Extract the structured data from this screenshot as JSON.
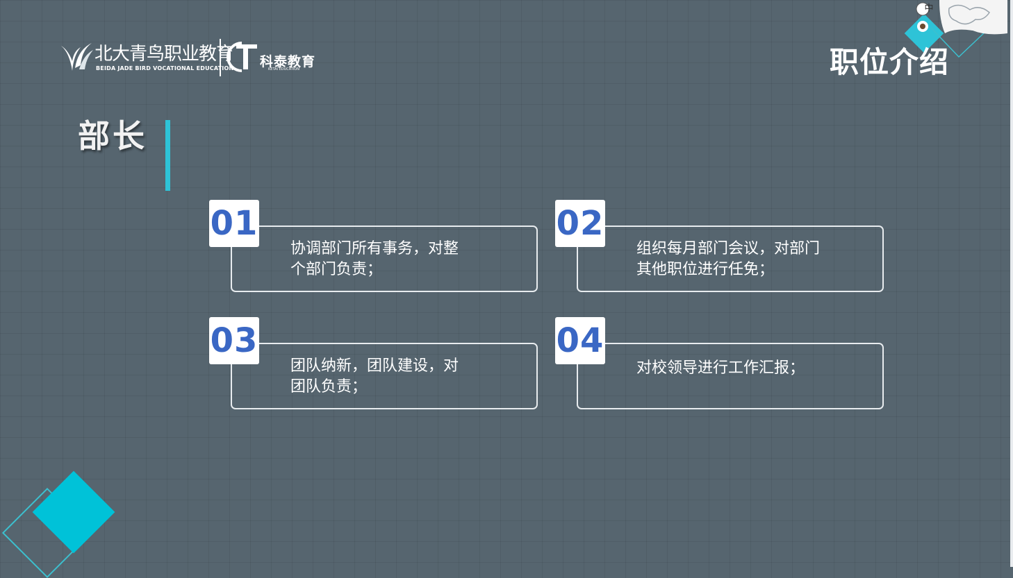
{
  "logo_primary": {
    "name": "北大青鸟职业教育",
    "english": "BEIDA JADE BIRD VOCATIONAL EDUCATION"
  },
  "logo_secondary": {
    "name": "科泰教育",
    "english": "KETAI EDUCATION"
  },
  "header_title": "职位介绍",
  "section_title": "部长",
  "cards": [
    {
      "number": "01",
      "line1": "协调部门所有事务，对整",
      "line2": "个部门负责；"
    },
    {
      "number": "02",
      "line1": "组织每月部门会议，对部门",
      "line2": "其他职位进行任免；"
    },
    {
      "number": "03",
      "line1": "团队纳新，团队建设，对",
      "line2": "团队负责；"
    },
    {
      "number": "04",
      "line1": "对校领导进行工作汇报；",
      "line2": ""
    }
  ],
  "corner_badge": "中",
  "colors": {
    "background": "#56656f",
    "accent": "#2ec3d7",
    "number_blue": "#3a67c4",
    "diamond": "#00c2d8"
  }
}
